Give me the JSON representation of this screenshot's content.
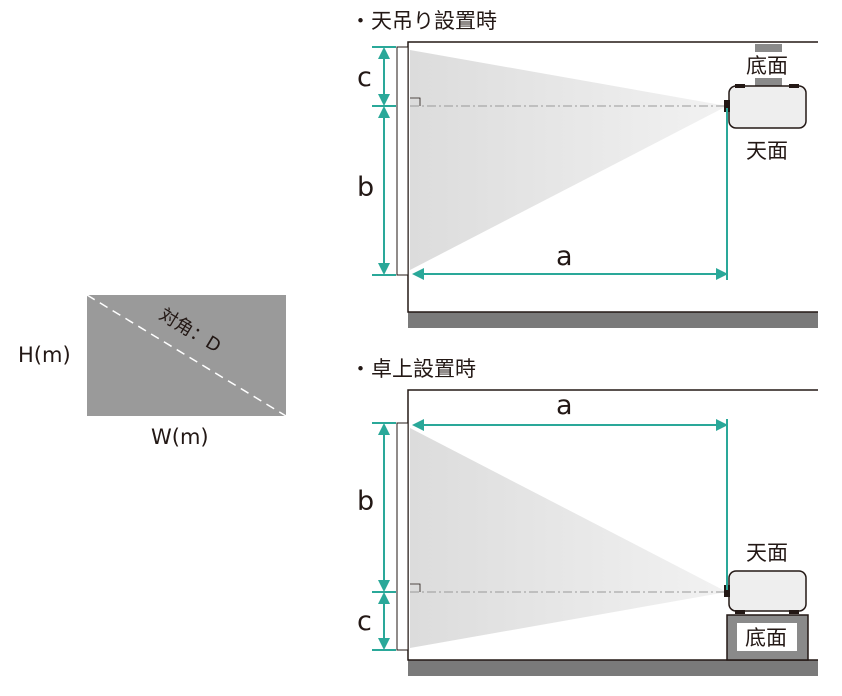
{
  "colors": {
    "teal": "#2aa899",
    "screen_gray": "#9a9a9a",
    "floor_gray": "#7a7a7a",
    "beam": "#d8d8d8",
    "projector_body": "#eeeeee",
    "line": "#231815"
  },
  "screen_diagram": {
    "height_label": "H(m)",
    "width_label": "W(m)",
    "diagonal_label": "対角：D"
  },
  "ceiling": {
    "title": "・天吊り設置時",
    "label_a": "a",
    "label_b": "b",
    "label_c": "c",
    "bottom_face": "底面",
    "top_face": "天面"
  },
  "desk": {
    "title": "・卓上設置時",
    "label_a": "a",
    "label_b": "b",
    "label_c": "c",
    "top_face": "天面",
    "bottom_face": "底面"
  }
}
